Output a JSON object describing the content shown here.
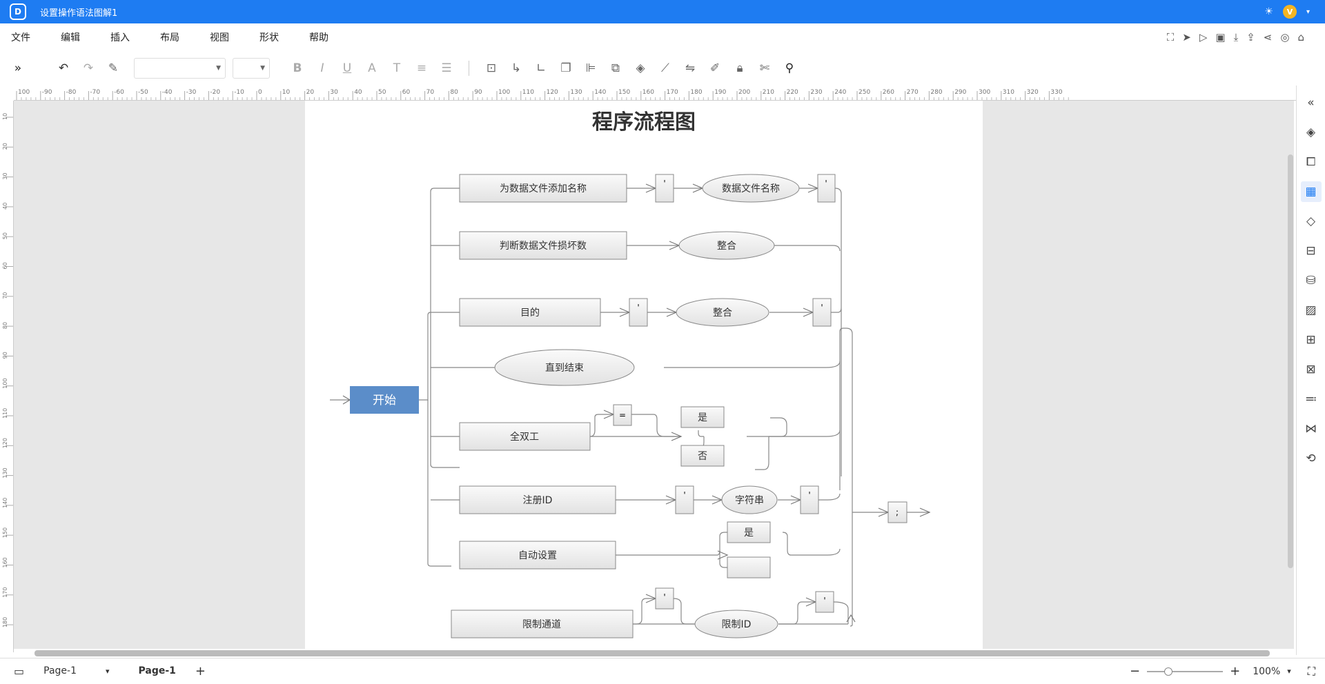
{
  "app": {
    "window_title": "设置操作语法图解1",
    "logo": "edraw-logo"
  },
  "menu": [
    "文件",
    "编辑",
    "插入",
    "布局",
    "视图",
    "形状",
    "帮助"
  ],
  "toolbar": {
    "font_value": "",
    "size_value": ""
  },
  "diagram": {
    "title": "程序流程图",
    "start": "开始",
    "rects": [
      "为数据文件添加名称",
      "判断数据文件损坏数",
      "目的",
      "全双工",
      "注册ID",
      "自动设置",
      "限制通道"
    ],
    "ellipses": [
      "数据文件名称",
      "整合",
      "整合",
      "直到结束",
      "字符串",
      "限制ID"
    ],
    "small": [
      "'",
      "'",
      "'",
      "'",
      "=",
      "'",
      "'",
      ";",
      "'",
      "'"
    ],
    "yes": "是",
    "no": "否",
    "yes2": "是"
  },
  "ruler_h": [
    "100",
    "-90",
    "-80",
    "-70",
    "-60",
    "-50",
    "-40",
    "-30",
    "-20",
    "-10",
    "0",
    "10",
    "20",
    "30",
    "40",
    "50",
    "60",
    "70",
    "80",
    "90",
    "100",
    "110",
    "120",
    "130",
    "140",
    "150",
    "160",
    "170",
    "180",
    "190",
    "200",
    "210",
    "220",
    "230",
    "240",
    "250",
    "260",
    "270",
    "280",
    "290",
    "300",
    "310",
    "320",
    "330"
  ],
  "ruler_v": [
    "10",
    "20",
    "30",
    "40",
    "50",
    "60",
    "70",
    "80",
    "90",
    "100",
    "110",
    "120",
    "130",
    "140",
    "150",
    "160",
    "170",
    "180"
  ],
  "status": {
    "page_selector": "Page-1",
    "active_tab": "Page-1",
    "zoom": "100%"
  },
  "colors": {
    "accent": "#1e7cf2",
    "start_fill": "#5b8dc9",
    "shape_fill": "#eeeeee"
  }
}
